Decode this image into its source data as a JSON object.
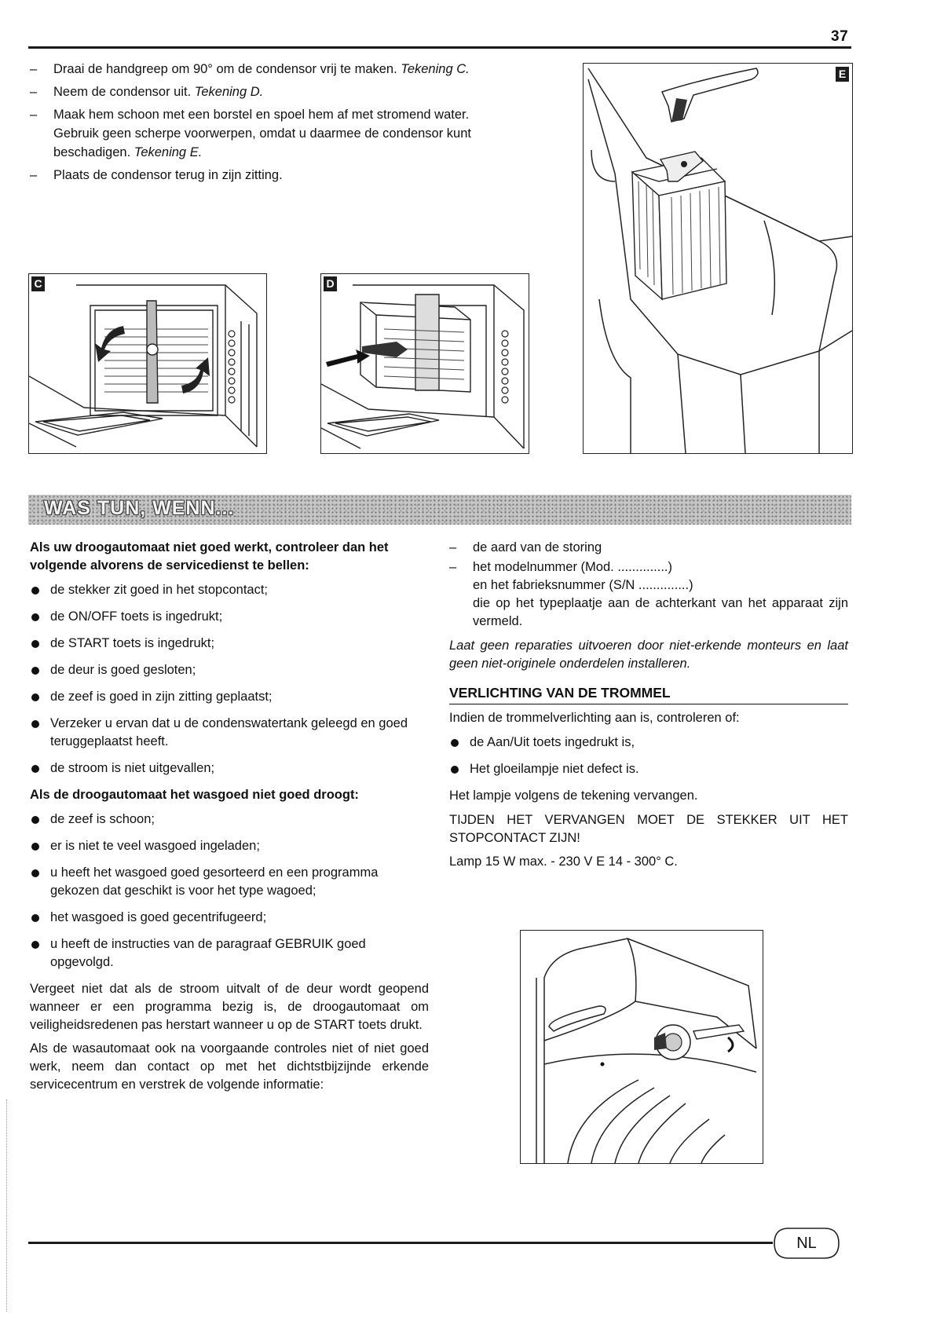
{
  "page": {
    "number": "37",
    "language_badge": "NL"
  },
  "steps": [
    {
      "text": "Draai de handgreep om 90° om de condensor vrij te maken. ",
      "ref": "Tekening C."
    },
    {
      "text": "Neem de condensor uit. ",
      "ref": "Tekening D."
    },
    {
      "text": "Maak hem schoon met een borstel en spoel hem af met stromend water. Gebruik geen scherpe voorwerpen, omdat u daarmee de condensor kunt beschadigen. ",
      "ref": "Tekening E."
    },
    {
      "text": "Plaats de condensor terug in zijn zitting.",
      "ref": ""
    }
  ],
  "figures": {
    "c_label": "C",
    "d_label": "D",
    "e_label": "E"
  },
  "section_title": "WAS TUN, WENN...",
  "left": {
    "heading1": "Als uw droogautomaat niet goed werkt, controleer dan het volgende alvorens de servicedienst te bellen:",
    "checks1": [
      "de stekker zit goed in het stopcontact;",
      "de ON/OFF toets is ingedrukt;",
      "de START toets is ingedrukt;",
      "de deur is goed gesloten;",
      "de zeef is goed in zijn zitting geplaatst;",
      "Verzeker u ervan dat u de condenswatertank geleegd en goed teruggeplaatst heeft.",
      "de stroom is niet uitgevallen;"
    ],
    "heading2": "Als de droogautomaat het wasgoed niet goed droogt:",
    "checks2": [
      "de zeef is schoon;",
      "er is niet te veel wasgoed ingeladen;",
      "u heeft het wasgoed goed gesorteerd en een programma gekozen dat geschikt is voor het type wagoed;",
      "het wasgoed is goed gecentrifugeerd;",
      "u heeft de instructies van de paragraaf GEBRUIK goed opgevolgd."
    ],
    "para1": "Vergeet niet dat als de stroom uitvalt of de deur wordt geopend wanneer er een programma bezig is, de droogautomaat om veiligheidsredenen pas herstart wanneer u op de START toets drukt.",
    "para2": "Als de wasautomaat ook na voorgaande controles niet of niet goed werk, neem dan contact op met het dichtstbijzijnde erkende servicecentrum en verstrek de volgende informatie:"
  },
  "right": {
    "info": [
      {
        "line": "de aard van de storing"
      },
      {
        "line": "het modelnummer (Mod. ..............)",
        "line2": "en het fabrieksnummer (S/N ..............)",
        "line3": "die op het typeplaatje aan de achterkant van het apparaat zijn vermeld."
      }
    ],
    "warning_italic": "Laat geen reparaties uitvoeren door niet-erkende monteurs en laat geen niet-originele onderdelen installeren.",
    "lighting_heading": "VERLICHTING VAN DE TROMMEL",
    "lighting_intro": "Indien de trommelverlichting aan is, controleren of:",
    "lighting_checks": [
      "de Aan/Uit toets ingedrukt is,",
      "Het gloeilampje niet defect is."
    ],
    "replace_note": "Het lampje volgens de tekening vervangen.",
    "caution": "TIJDEN HET VERVANGEN MOET DE STEKKER UIT HET STOPCONTACT ZIJN!",
    "lamp_spec": "Lamp 15 W max. - 230 V E 14 - 300° C."
  }
}
